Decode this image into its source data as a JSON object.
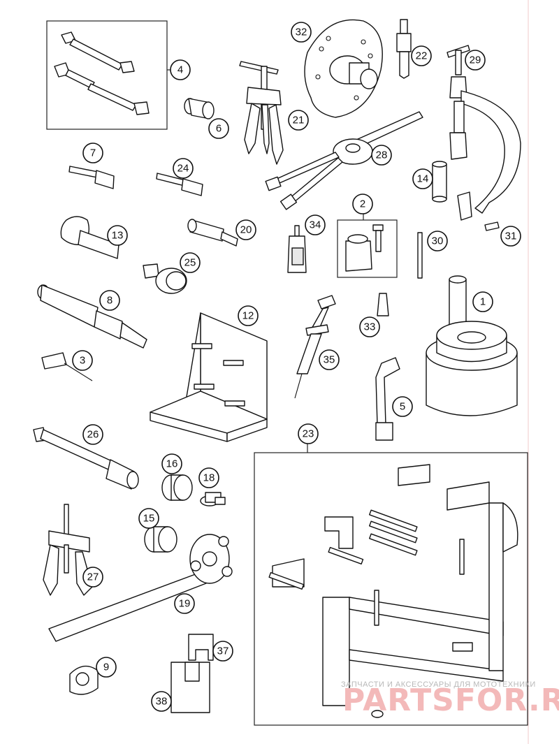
{
  "diagram": {
    "callouts": [
      {
        "id": "c1",
        "label": "1"
      },
      {
        "id": "c2",
        "label": "2"
      },
      {
        "id": "c3",
        "label": "3"
      },
      {
        "id": "c4",
        "label": "4"
      },
      {
        "id": "c5",
        "label": "5"
      },
      {
        "id": "c6",
        "label": "6"
      },
      {
        "id": "c7",
        "label": "7"
      },
      {
        "id": "c8",
        "label": "8"
      },
      {
        "id": "c9",
        "label": "9"
      },
      {
        "id": "c12",
        "label": "12"
      },
      {
        "id": "c13",
        "label": "13"
      },
      {
        "id": "c14",
        "label": "14"
      },
      {
        "id": "c15",
        "label": "15"
      },
      {
        "id": "c16",
        "label": "16"
      },
      {
        "id": "c18",
        "label": "18"
      },
      {
        "id": "c19",
        "label": "19"
      },
      {
        "id": "c20",
        "label": "20"
      },
      {
        "id": "c21",
        "label": "21"
      },
      {
        "id": "c22",
        "label": "22"
      },
      {
        "id": "c23",
        "label": "23"
      },
      {
        "id": "c24",
        "label": "24"
      },
      {
        "id": "c25",
        "label": "25"
      },
      {
        "id": "c26",
        "label": "26"
      },
      {
        "id": "c27",
        "label": "27"
      },
      {
        "id": "c28",
        "label": "28"
      },
      {
        "id": "c29",
        "label": "29"
      },
      {
        "id": "c30",
        "label": "30"
      },
      {
        "id": "c31",
        "label": "31"
      },
      {
        "id": "c32",
        "label": "32"
      },
      {
        "id": "c33",
        "label": "33"
      },
      {
        "id": "c34",
        "label": "34"
      },
      {
        "id": "c35",
        "label": "35"
      },
      {
        "id": "c37",
        "label": "37"
      },
      {
        "id": "c38",
        "label": "38"
      }
    ]
  },
  "watermark": {
    "tagline": "ЗАПЧАСТИ И АКСЕССУАРЫ ДЛЯ МОТОТЕХНИКИ",
    "brand": "PARTSFOR.RU"
  }
}
